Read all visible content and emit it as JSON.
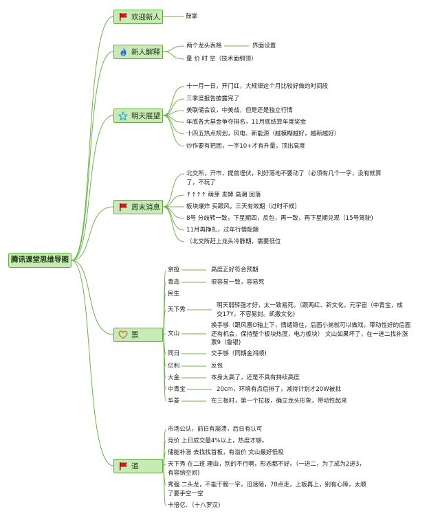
{
  "root": {
    "title": "腾讯课堂思维导图"
  },
  "colors": {
    "line": "#6cb34a",
    "node_fill": "#c8eab4",
    "node_border": "#62ab42",
    "flag": "#d4161c",
    "flame": "#2e6fd0",
    "star": "#2aa7d9",
    "heart": "#c07a3a"
  },
  "branches": [
    {
      "label": "欢迎新人",
      "icon": "red-flag-icon",
      "items": [
        {
          "text": "鼓掌"
        }
      ]
    },
    {
      "label": "新人解释",
      "icon": "flame-icon",
      "items": [
        {
          "text": "两个龙头表格",
          "child": "界面设置"
        },
        {
          "text": "量 价 时 空（技术面纲领）"
        }
      ]
    },
    {
      "label": "明天展望",
      "icon": "star-icon",
      "items": [
        {
          "text": "十一月一日，开门红，大规律这个月比较好做的时间段"
        },
        {
          "text": "三季度报告披露完了"
        },
        {
          "text": "美联储会议，中美战，但是还是独立行情"
        },
        {
          "text": "年底各大基金争夺排名，11月底结算年度奖金"
        },
        {
          "text": "十四五热点规划，风电、新能源（越模糊越好，越新越好）"
        },
        {
          "text": "炒作要有把团，一字10+才有升量，顶出高度"
        }
      ]
    },
    {
      "label": "周末消息",
      "icon": "red-flag-icon",
      "items": [
        {
          "text": "北交所，开市，提前埋伏，利好落地不要动了（必须有几个一字，没有就算了，不玩了"
        },
        {
          "text": "↑↑↑↑ 萌芽 发酵 高潮 回落"
        },
        {
          "text": "板块爆炸 买跟风，三天有效期（过时不候)"
        },
        {
          "text": "8号 分歧转一致，下星期四，反包，再一致，再下星期兑现（15号驾驶)"
        },
        {
          "text": "11月再挣扎，过年行情酝酿"
        },
        {
          "text": "（北交所赶上龙头冷静期，需要低位"
        }
      ]
    },
    {
      "label": "票",
      "icon": "heart-icon",
      "items": [
        {
          "text": "京投",
          "child": "高度正好符合预期"
        },
        {
          "text": "青岛",
          "child": "很容易一致，容易死"
        },
        {
          "text": "民生"
        },
        {
          "text": "天下秀",
          "child": "明天弱转强才好，太一致易死。（跟两红、新文化，元宇宙（中青宝，成交17Y，不容易封。凯撒文化)"
        },
        {
          "text": "文山",
          "child": "换手够（跟风凰O轴上下，情绪稳住，后面小弟就可以做戏，带动性好的后面还有机会，保持整个板块热度，电力板块） 文山如果坏了，在一进二找补涨票9（鲁银)"
        },
        {
          "text": "同日",
          "child": "交手够（同期金鸿顺)"
        },
        {
          "text": "亿利",
          "child": "反包"
        },
        {
          "text": "大金",
          "child": "本身太高了，还是不具有持续高度"
        },
        {
          "text": "中青宝",
          "child": "20cm，环境有点后排了，减持计划才20W被批"
        },
        {
          "text": "华菱",
          "child": "在三板时，第一个拉板，确立龙头形象，带动性起来"
        }
      ]
    },
    {
      "label": "道",
      "icon": "red-flag-icon",
      "items": [
        {
          "text": "市场公认，前日有崩溃，后日有认可"
        },
        {
          "text": "竞价 上日成交量4%以上，热度才够。"
        },
        {
          "text": "储能补涨 去找找首板，有溢价 文山最好低吸"
        },
        {
          "text": "天下秀 在二班 理由，别的不行啊，形态都不好。（一进二，为了成为2进3，有容纳空间)"
        },
        {
          "text": "秀强 二头龙，不能干脆一字，迅速砸，78点走，上板再上，别有心障，太顺了要手空一空"
        },
        {
          "text": "卡倍亿、（十八罗汉)"
        }
      ]
    }
  ]
}
